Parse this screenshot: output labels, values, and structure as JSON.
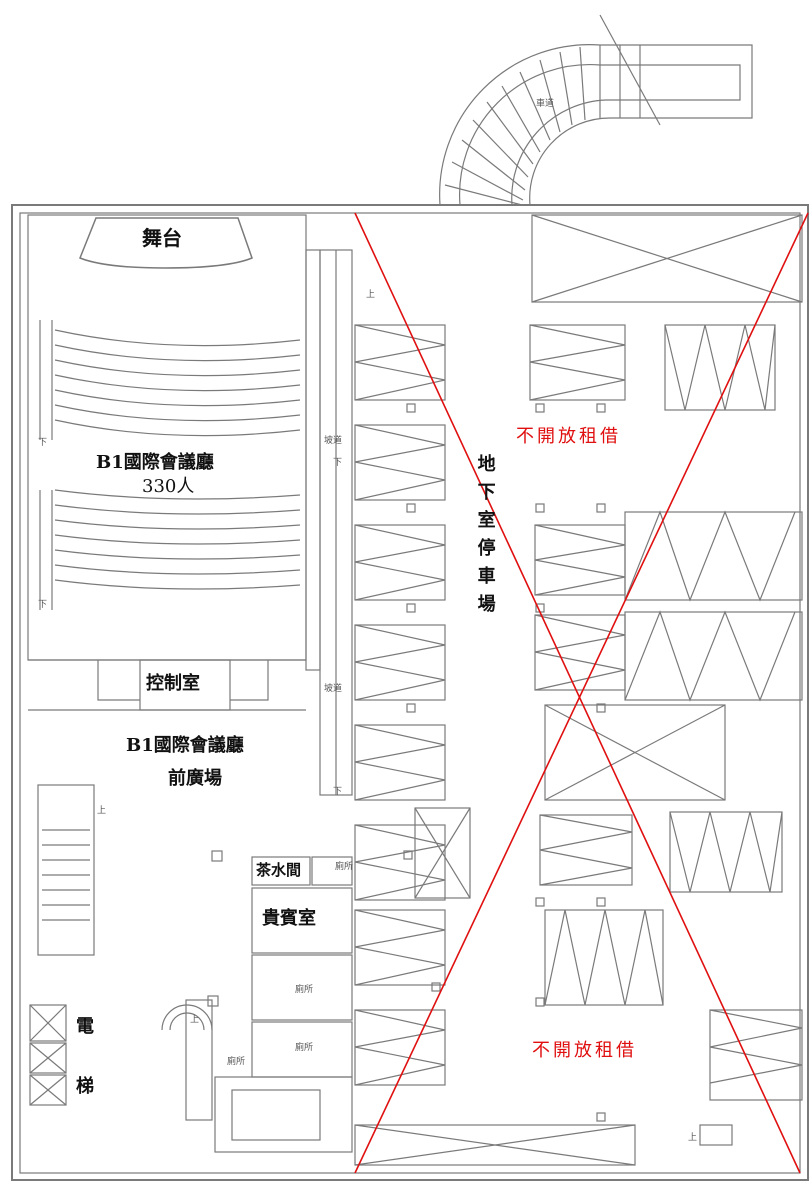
{
  "rooms": {
    "stage": "舞台",
    "hall_name": "B1國際會議廳",
    "hall_capacity": "330人",
    "control_room": "控制室",
    "foyer_line1": "B1國際會議廳",
    "foyer_line2": "前廣場",
    "tea_room": "茶水間",
    "vip_room": "貴賓室",
    "restroom": "廁所",
    "elevator_a": "電",
    "elevator_b": "梯",
    "parking": "地下室停車場"
  },
  "notices": {
    "not_for_rent": "不開放租借"
  },
  "small_marks": {
    "up": "上",
    "down": "下",
    "ramp": "坡道",
    "driveway": "車道"
  },
  "colors": {
    "line": "#7a7a7a",
    "red_line": "#e01010",
    "pink_mark": "#e05070"
  }
}
